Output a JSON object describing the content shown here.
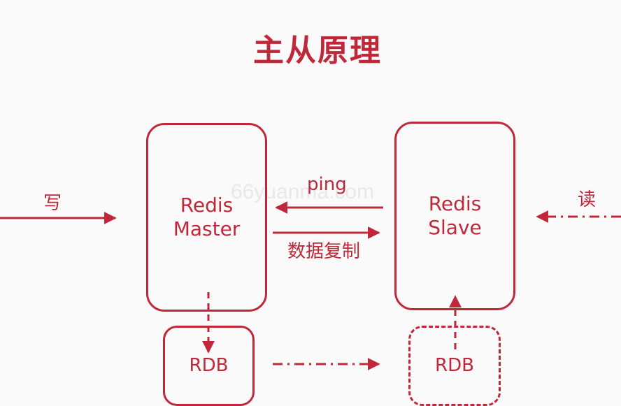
{
  "title": "主从原理",
  "colors": {
    "accent": "#c0283a",
    "background": "#fafafa"
  },
  "master": {
    "line1": "Redis",
    "line2": "Master"
  },
  "slave": {
    "line1": "Redis",
    "line2": "Slave"
  },
  "master_rdb": "RDB",
  "slave_rdb": "RDB",
  "write_label": "写",
  "read_label": "读",
  "ping_label": "ping",
  "replication_label": "数据复制",
  "watermark": "66yuanma.com"
}
